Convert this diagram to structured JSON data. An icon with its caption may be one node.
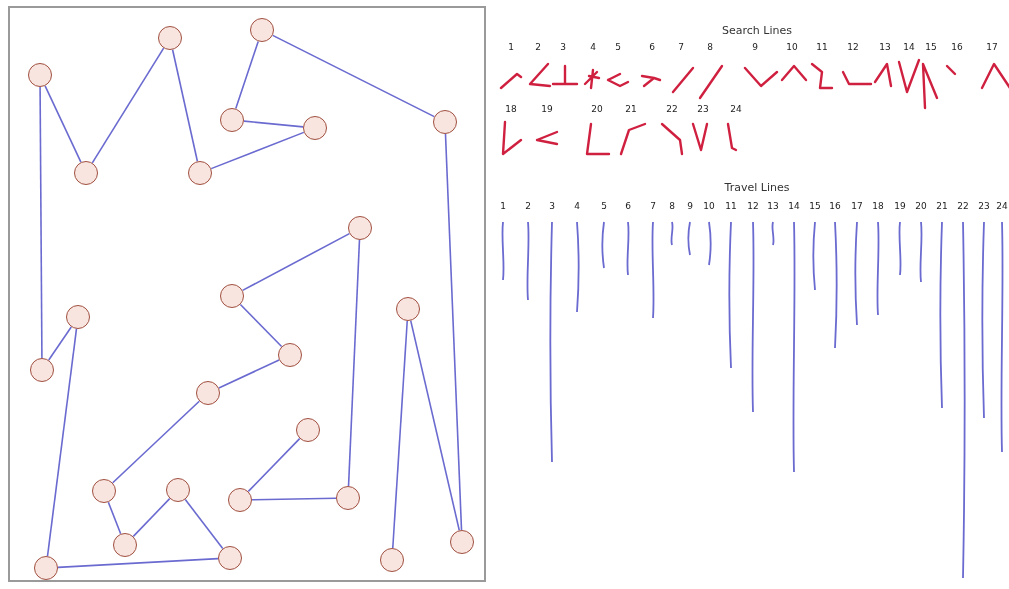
{
  "diagram": {
    "nodes": [
      {
        "text": [],
        "shape": "circle"
      },
      {
        "text": [],
        "shape": "circle"
      },
      {
        "text": [],
        "shape": "circle"
      },
      {
        "text": [],
        "shape": "circle"
      },
      {
        "text": [],
        "shape": "circle"
      },
      {
        "text": [],
        "shape": "circle"
      },
      {
        "text": [],
        "shape": "circle"
      },
      {
        "text": [],
        "shape": "circle"
      },
      {
        "text": [],
        "shape": "circle"
      },
      {
        "text": [],
        "shape": "circle"
      },
      {
        "text": [],
        "shape": "circle"
      },
      {
        "text": [],
        "shape": "circle"
      },
      {
        "text": [],
        "shape": "circle"
      },
      {
        "text": [],
        "shape": "circle"
      },
      {
        "text": [],
        "shape": "circle"
      },
      {
        "text": [],
        "shape": "circle"
      },
      {
        "text": [],
        "shape": "circle"
      },
      {
        "text": [],
        "shape": "circle"
      },
      {
        "text": [],
        "shape": "circle"
      },
      {
        "text": [],
        "shape": "circle"
      },
      {
        "text": [],
        "shape": "circle"
      },
      {
        "text": [],
        "shape": "circle"
      },
      {
        "text": [],
        "shape": "circle"
      },
      {
        "text": [],
        "shape": "circle"
      },
      {
        "text": [],
        "shape": "circle"
      }
    ],
    "edges": [
      {
        "from": 0,
        "to": 3,
        "arrow": "none"
      },
      {
        "from": 3,
        "to": 5,
        "arrow": "none"
      },
      {
        "from": 5,
        "to": 7,
        "arrow": "none"
      },
      {
        "from": 7,
        "to": 1,
        "arrow": "none"
      },
      {
        "from": 1,
        "to": 6,
        "arrow": "none"
      },
      {
        "from": 6,
        "to": 2,
        "arrow": "none"
      },
      {
        "from": 2,
        "to": 13,
        "arrow": "none"
      },
      {
        "from": 13,
        "to": 11,
        "arrow": "none"
      },
      {
        "from": 11,
        "to": 24,
        "arrow": "none"
      },
      {
        "from": 24,
        "to": 21,
        "arrow": "none"
      },
      {
        "from": 21,
        "to": 17,
        "arrow": "none"
      },
      {
        "from": 17,
        "to": 20,
        "arrow": "none"
      },
      {
        "from": 20,
        "to": 16,
        "arrow": "none"
      },
      {
        "from": 16,
        "to": 14,
        "arrow": "none"
      },
      {
        "from": 14,
        "to": 12,
        "arrow": "none"
      },
      {
        "from": 12,
        "to": 9,
        "arrow": "none"
      },
      {
        "from": 9,
        "to": 8,
        "arrow": "none"
      },
      {
        "from": 8,
        "to": 18,
        "arrow": "none"
      },
      {
        "from": 18,
        "to": 19,
        "arrow": "none"
      },
      {
        "from": 19,
        "to": 15,
        "arrow": "none"
      },
      {
        "from": 0,
        "to": 4,
        "arrow": "none"
      },
      {
        "from": 4,
        "to": 22,
        "arrow": "none"
      },
      {
        "from": 22,
        "to": 10,
        "arrow": "none"
      },
      {
        "from": 10,
        "to": 23,
        "arrow": "none"
      }
    ],
    "labels": [
      "Search Lines",
      "1",
      "2",
      "3",
      "4",
      "5",
      "6",
      "7",
      "8",
      "9",
      "10",
      "11",
      "12",
      "13",
      "14",
      "15",
      "16",
      "17",
      "18",
      "19",
      "20",
      "21",
      "22",
      "23",
      "24",
      "Travel Lines",
      "1",
      "2",
      "3",
      "4",
      "5",
      "6",
      "7",
      "8",
      "9",
      "10",
      "11",
      "12",
      "13",
      "14",
      "15",
      "16",
      "17",
      "18",
      "19",
      "20",
      "21",
      "22",
      "23",
      "24"
    ]
  }
}
